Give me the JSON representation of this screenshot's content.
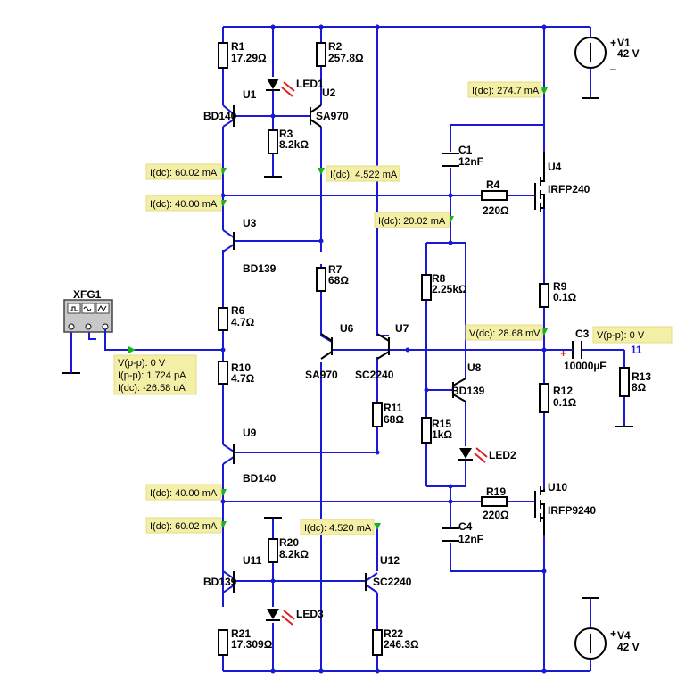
{
  "components": {
    "R1": {
      "name": "R1",
      "value": "17.29Ω"
    },
    "R2": {
      "name": "R2",
      "value": "257.8Ω"
    },
    "R3": {
      "name": "R3",
      "value": "8.2kΩ"
    },
    "R4": {
      "name": "R4",
      "value": "220Ω"
    },
    "R6": {
      "name": "R6",
      "value": "4.7Ω"
    },
    "R7": {
      "name": "R7",
      "value": "68Ω"
    },
    "R8": {
      "name": "R8",
      "value": "2.25kΩ"
    },
    "R9": {
      "name": "R9",
      "value": "0.1Ω"
    },
    "R10": {
      "name": "R10",
      "value": "4.7Ω"
    },
    "R11": {
      "name": "R11",
      "value": "68Ω"
    },
    "R12": {
      "name": "R12",
      "value": "0.1Ω"
    },
    "R13": {
      "name": "R13",
      "value": "8Ω"
    },
    "R15": {
      "name": "R15",
      "value": "1kΩ"
    },
    "R19": {
      "name": "R19",
      "value": "220Ω"
    },
    "R20": {
      "name": "R20",
      "value": "8.2kΩ"
    },
    "R21": {
      "name": "R21",
      "value": "17.309Ω"
    },
    "R22": {
      "name": "R22",
      "value": "246.3Ω"
    },
    "C1": {
      "name": "C1",
      "value": "12nF"
    },
    "C3": {
      "name": "C3",
      "value": "10000µF"
    },
    "C4": {
      "name": "C4",
      "value": "12nF"
    },
    "V1": {
      "name": "V1",
      "value": "42 V"
    },
    "V4": {
      "name": "V4",
      "value": "42 V"
    },
    "XFG1": {
      "name": "XFG1"
    },
    "LED1": {
      "name": "LED1"
    },
    "LED2": {
      "name": "LED2"
    },
    "LED3": {
      "name": "LED3"
    },
    "U1": {
      "name": "U1",
      "model": "BD140"
    },
    "U2": {
      "name": "U2",
      "model": "SA970"
    },
    "U3": {
      "name": "U3",
      "model": "BD139"
    },
    "U4": {
      "name": "U4",
      "model": "IRFP240"
    },
    "U6": {
      "name": "U6",
      "model": "SA970"
    },
    "U7": {
      "name": "U7",
      "model": "SC2240"
    },
    "U8": {
      "name": "U8",
      "model": "BD139"
    },
    "U9": {
      "name": "U9",
      "model": "BD140"
    },
    "U10": {
      "name": "U10",
      "model": "IRFP9240"
    },
    "U11": {
      "name": "U11",
      "model": "BD139"
    },
    "U12": {
      "name": "U12",
      "model": "SC2240"
    }
  },
  "node_label": "11",
  "source_plus": "+",
  "source_minus": "_",
  "c3_plus": "+",
  "probes": {
    "p1": "I(dc): 274.7 mA",
    "p2": "I(dc): 60.02 mA",
    "p3": "I(dc): 4.522 mA",
    "p4": "I(dc): 40.00 mA",
    "p5": "I(dc): 20.02 mA",
    "p6": "V(dc): 28.68 mV",
    "p7": "V(p-p): 0 V",
    "p8_1": "V(p-p): 0 V",
    "p8_2": "I(p-p): 1.724 pA",
    "p8_3": "I(dc): -26.58 uA",
    "p9": "I(dc): 40.00 mA",
    "p10": "I(dc): 60.02 mA",
    "p11": "I(dc): 4.520 mA"
  },
  "colors": {
    "wire": "#1a1ad6",
    "probe": "#f3efa6",
    "probe_arrow": "#19b319",
    "led_arrow": "#e02020"
  }
}
